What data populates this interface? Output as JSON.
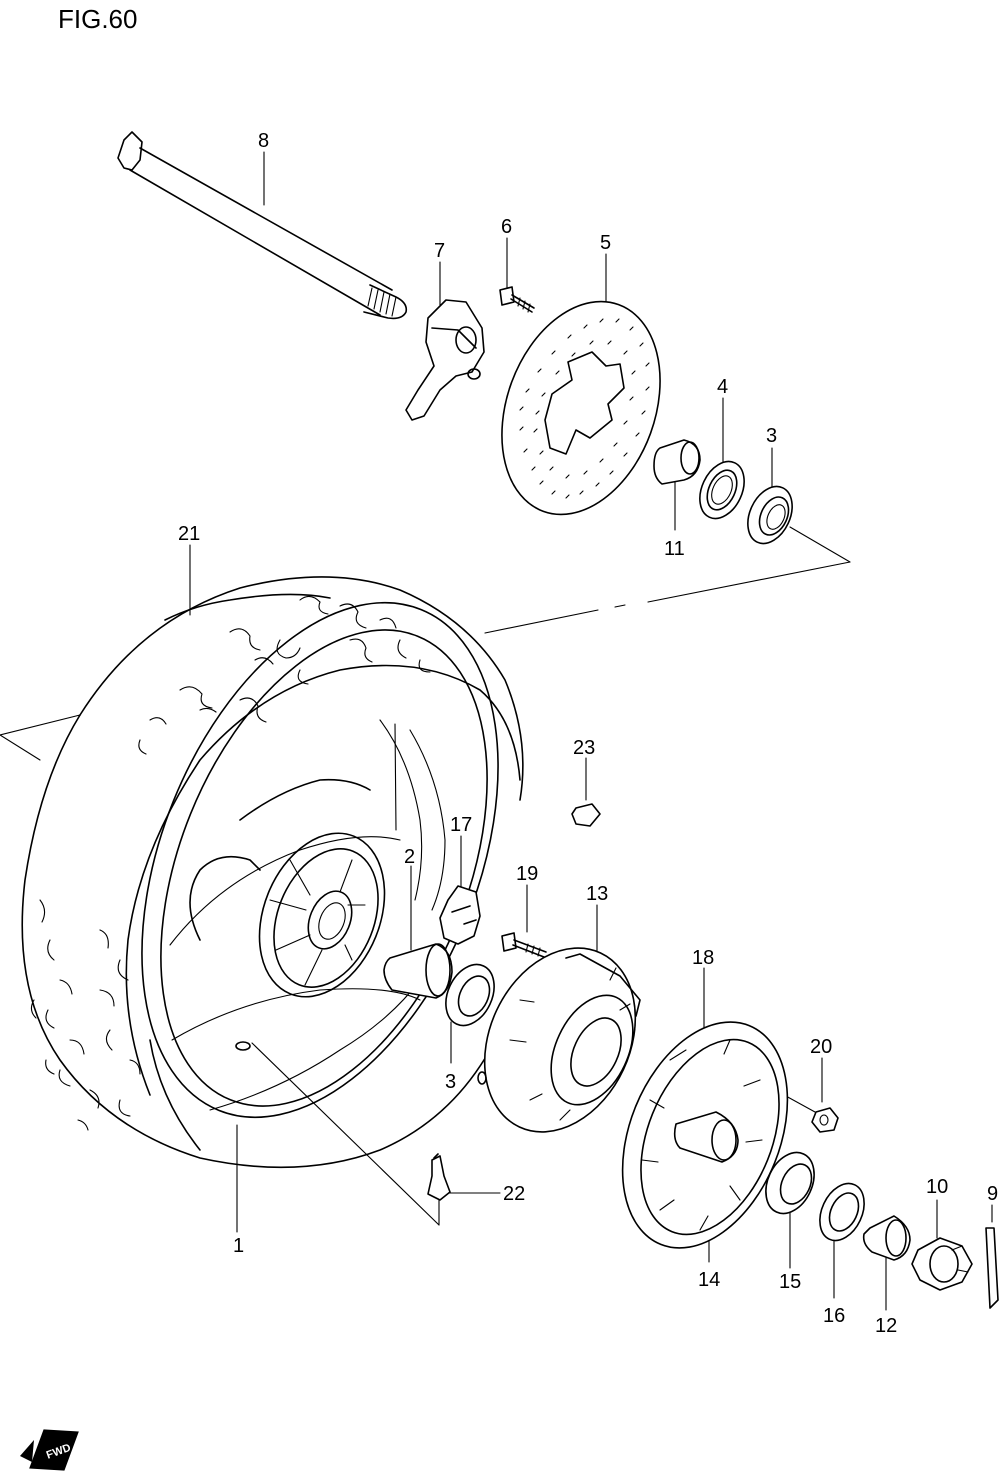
{
  "figure": {
    "title": "FIG.60"
  },
  "callouts": [
    {
      "id": "p1",
      "text": "1"
    },
    {
      "id": "p2",
      "text": "2"
    },
    {
      "id": "p3a",
      "text": "3"
    },
    {
      "id": "p3b",
      "text": "3"
    },
    {
      "id": "p4",
      "text": "4"
    },
    {
      "id": "p5",
      "text": "5"
    },
    {
      "id": "p6",
      "text": "6"
    },
    {
      "id": "p7",
      "text": "7"
    },
    {
      "id": "p8",
      "text": "8"
    },
    {
      "id": "p9",
      "text": "9"
    },
    {
      "id": "p10",
      "text": "10"
    },
    {
      "id": "p11",
      "text": "11"
    },
    {
      "id": "p12",
      "text": "12"
    },
    {
      "id": "p13",
      "text": "13"
    },
    {
      "id": "p14",
      "text": "14"
    },
    {
      "id": "p15",
      "text": "15"
    },
    {
      "id": "p16",
      "text": "16"
    },
    {
      "id": "p17",
      "text": "17"
    },
    {
      "id": "p18",
      "text": "18"
    },
    {
      "id": "p19",
      "text": "19"
    },
    {
      "id": "p20",
      "text": "20"
    },
    {
      "id": "p21",
      "text": "21"
    },
    {
      "id": "p22",
      "text": "22"
    },
    {
      "id": "p23",
      "text": "23"
    }
  ],
  "orientation": {
    "label": "FWD",
    "icon": "forward-arrow-icon"
  }
}
